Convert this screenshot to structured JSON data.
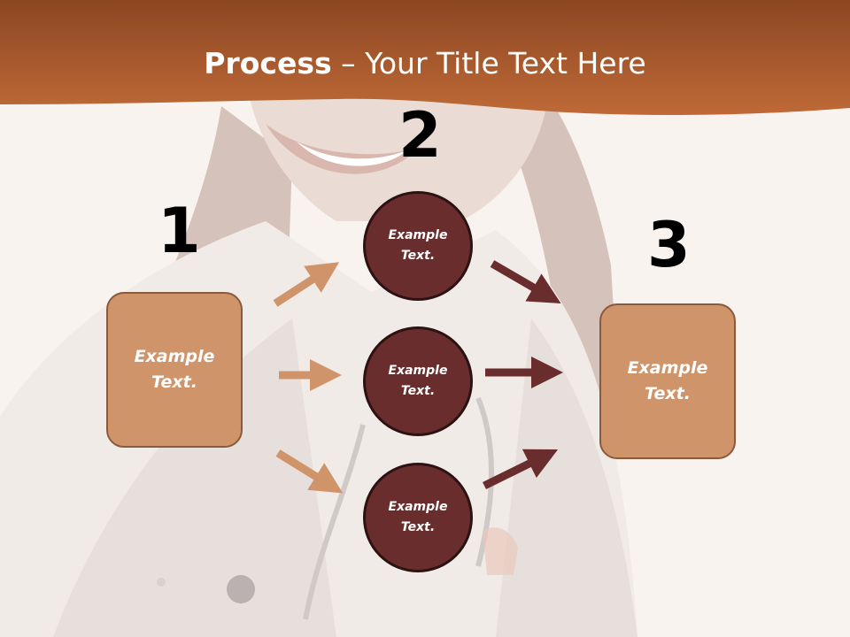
{
  "slide": {
    "title_bold": "Process",
    "title_rest": " – Your Title Text Here"
  },
  "steps": {
    "step1": {
      "number": "1",
      "text": "Example Text."
    },
    "step2": {
      "number": "2",
      "circles": [
        {
          "text": "Example Text."
        },
        {
          "text": "Example Text."
        },
        {
          "text": "Example Text."
        }
      ]
    },
    "step3": {
      "number": "3",
      "text": "Example Text."
    }
  },
  "colors": {
    "header_band": "#a6562a",
    "box_fill": "#d0946a",
    "circle_fill": "#6a2d2d",
    "arrow_light": "#d0946a",
    "arrow_dark": "#6a2d2d"
  }
}
